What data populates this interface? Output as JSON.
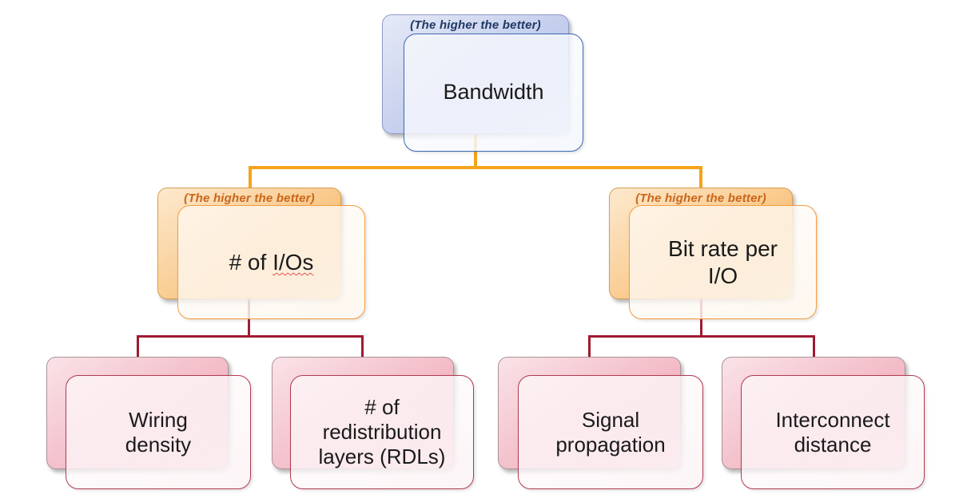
{
  "diagram": {
    "type": "hierarchy-tree",
    "levels": 3,
    "colors": {
      "level1_connector": "#F5A21B",
      "level2_connector": "#9E1B32",
      "level1_border": "#3E69B1",
      "level1_back_gradient": [
        "#E6EAF7",
        "#A9B8E6"
      ],
      "level1_annotation_text": "#1F3864",
      "level2_border": "#F49C3B",
      "level2_back_gradient": [
        "#FCE9CE",
        "#F6A94F"
      ],
      "level2_annotation_text": "#C9661B",
      "level3_border": "#B13A52",
      "level3_back_gradient": [
        "#FAE3E8",
        "#EE9DAE"
      ],
      "node_text": "#1A1A1A",
      "background": "#FFFFFF"
    }
  },
  "nodes": {
    "bandwidth": {
      "annotation": "(The higher the better)",
      "label": "Bandwidth",
      "children": [
        "num_ios",
        "bit_rate"
      ]
    },
    "num_ios": {
      "annotation": "(The higher the better)",
      "label_prefix": "# of ",
      "label_spellcheck": "I/Os",
      "children": [
        "wiring_density",
        "rdl_layers"
      ]
    },
    "bit_rate": {
      "annotation": "(The higher the better)",
      "label": "Bit rate per\nI/O",
      "children": [
        "signal_propagation",
        "interconnect_distance"
      ]
    },
    "wiring_density": {
      "label": "Wiring\ndensity"
    },
    "rdl_layers": {
      "label": "# of\nredistribution\nlayers (RDLs)"
    },
    "signal_propagation": {
      "label": "Signal\npropagation"
    },
    "interconnect_distance": {
      "label": "Interconnect\ndistance"
    }
  }
}
